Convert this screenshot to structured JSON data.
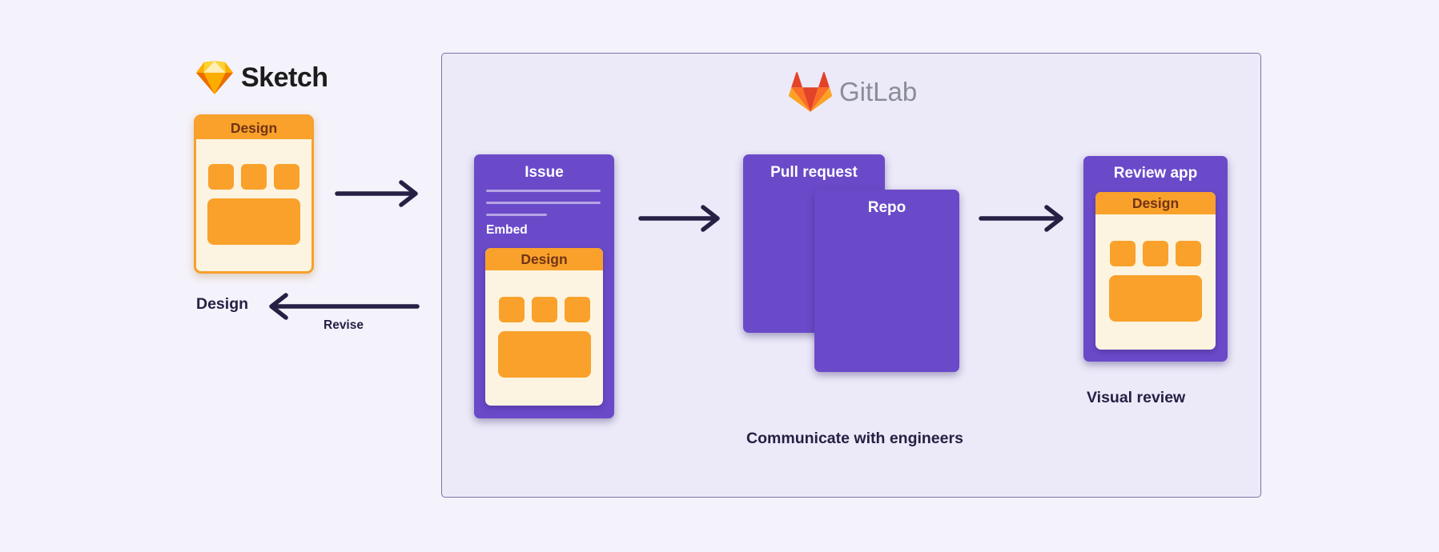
{
  "colors": {
    "page_bg": "#F4F2FA",
    "panel_bg": "#ECEAF8",
    "panel_border": "#7A73A9",
    "purple_card": "#6A4AC9",
    "orange": "#F9A12B",
    "cream": "#FCF4E0",
    "navy_text": "#262044",
    "design_header_text": "#713415",
    "gitlab_wordmark_gray": "#8A8D96",
    "sketch_wordmark_black": "#1C1C1C"
  },
  "sketch_section": {
    "wordmark": "Sketch",
    "design_card": {
      "title": "Design"
    },
    "design_label": "Design"
  },
  "flow_labels": {
    "revise": "Revise",
    "communicate": "Communicate with engineers",
    "visual_review": "Visual review"
  },
  "gitlab_panel": {
    "wordmark": "GitLab",
    "issue_card": {
      "title": "Issue",
      "embed_label": "Embed",
      "embed_design_title": "Design"
    },
    "pull_request_card": {
      "title": "Pull request"
    },
    "repo_card": {
      "title": "Repo"
    },
    "review_app_card": {
      "title": "Review app",
      "embed_design_title": "Design"
    }
  }
}
